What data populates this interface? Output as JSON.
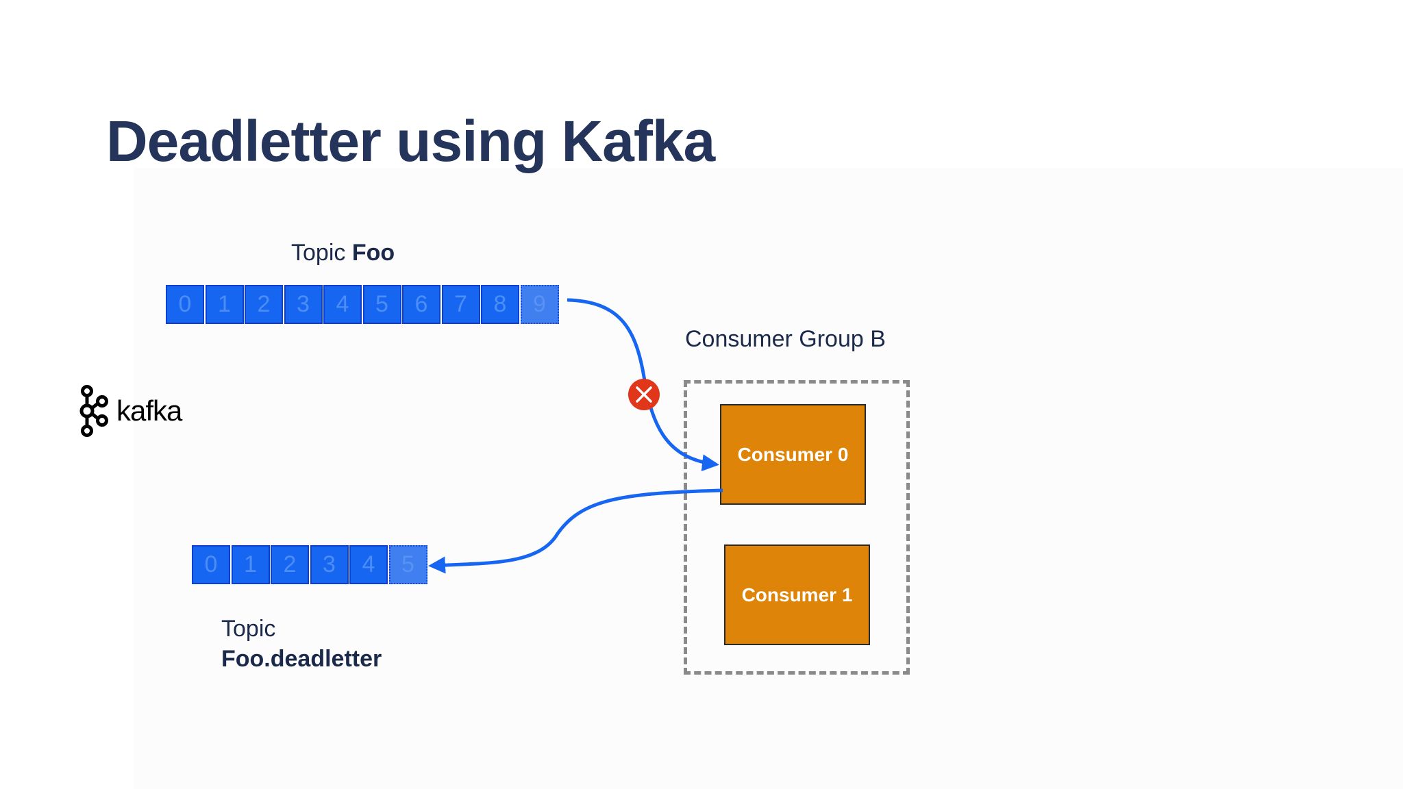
{
  "slide": {
    "title": "Deadletter using Kafka"
  },
  "topic_foo": {
    "label_prefix": "Topic ",
    "label_name": "Foo",
    "offsets": [
      "0",
      "1",
      "2",
      "3",
      "4",
      "5",
      "6",
      "7",
      "8",
      "9"
    ]
  },
  "topic_deadletter": {
    "label_prefix": "Topic",
    "label_name": "Foo.deadletter",
    "offsets": [
      "0",
      "1",
      "2",
      "3",
      "4",
      "5"
    ]
  },
  "consumer_group": {
    "label": "Consumer Group B",
    "consumers": [
      "Consumer 0",
      "Consumer 1"
    ]
  },
  "logo": {
    "text": "kafka",
    "icon": "kafka-logo-icon"
  },
  "colors": {
    "title": "#24345a",
    "partition_cell": "#1766f2",
    "consumer_box": "#de8409",
    "arrow": "#1766f2",
    "error": "#e0361a"
  }
}
